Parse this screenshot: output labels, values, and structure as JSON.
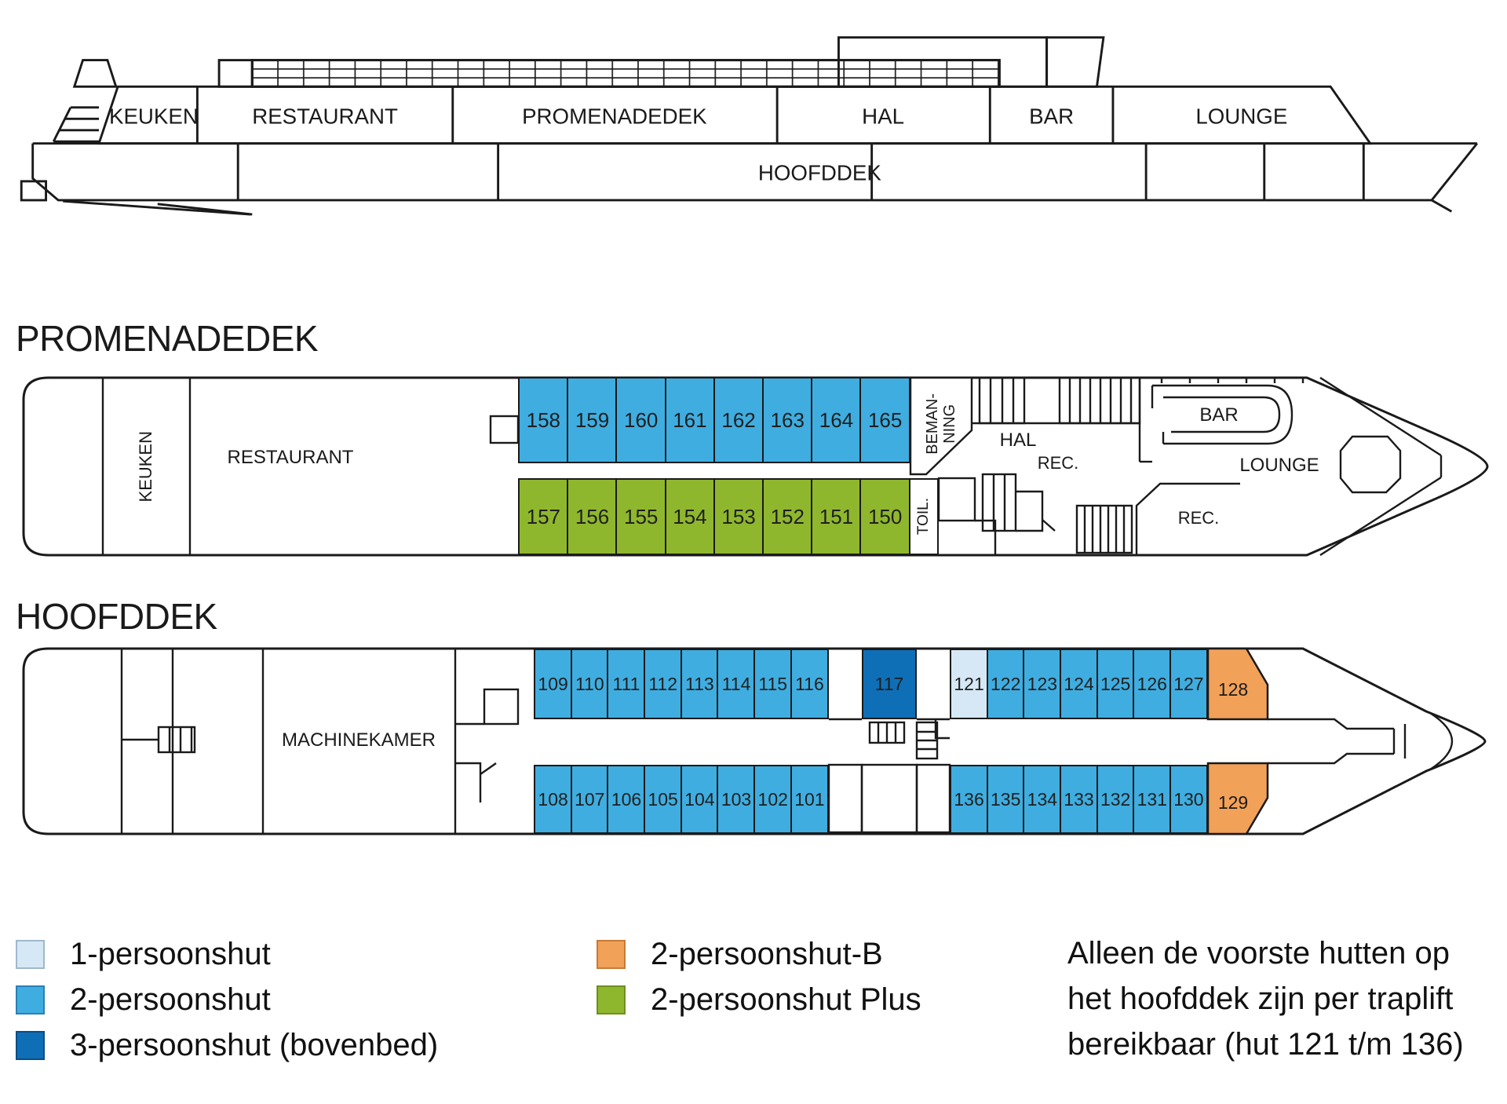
{
  "colors": {
    "line": "#1a1a1a",
    "cabin_1p": "#d6e8f5",
    "cabin_2p": "#3fade0",
    "cabin_3p": "#0e6fb6",
    "cabin_2pb": "#f2a159",
    "cabin_2pplus": "#8fb72e"
  },
  "side_view": {
    "deck_rooms": {
      "keuken": "KEUKEN",
      "restaurant": "RESTAURANT",
      "promenadedek": "PROMENADEDEK",
      "hal": "HAL",
      "bar": "BAR",
      "lounge": "LOUNGE"
    },
    "hull_label": "HOOFDDEK"
  },
  "promenadedek": {
    "title": "PROMENADEDEK",
    "keuken": "KEUKEN",
    "restaurant": "RESTAURANT",
    "bemanning": "BEMAN-\nNING",
    "hal": "HAL",
    "bar": "BAR",
    "lounge": "LOUNGE",
    "rec1": "REC.",
    "rec2": "REC.",
    "toil": "TOIL.",
    "cabins_top": [
      {
        "num": "158",
        "type": "2-persoonshut",
        "color": "#3fade0"
      },
      {
        "num": "159",
        "type": "2-persoonshut",
        "color": "#3fade0"
      },
      {
        "num": "160",
        "type": "2-persoonshut",
        "color": "#3fade0"
      },
      {
        "num": "161",
        "type": "2-persoonshut",
        "color": "#3fade0"
      },
      {
        "num": "162",
        "type": "2-persoonshut",
        "color": "#3fade0"
      },
      {
        "num": "163",
        "type": "2-persoonshut",
        "color": "#3fade0"
      },
      {
        "num": "164",
        "type": "2-persoonshut",
        "color": "#3fade0"
      },
      {
        "num": "165",
        "type": "2-persoonshut",
        "color": "#3fade0"
      }
    ],
    "cabins_bottom": [
      {
        "num": "157",
        "type": "2-persoonshut Plus",
        "color": "#8fb72e"
      },
      {
        "num": "156",
        "type": "2-persoonshut Plus",
        "color": "#8fb72e"
      },
      {
        "num": "155",
        "type": "2-persoonshut Plus",
        "color": "#8fb72e"
      },
      {
        "num": "154",
        "type": "2-persoonshut Plus",
        "color": "#8fb72e"
      },
      {
        "num": "153",
        "type": "2-persoonshut Plus",
        "color": "#8fb72e"
      },
      {
        "num": "152",
        "type": "2-persoonshut Plus",
        "color": "#8fb72e"
      },
      {
        "num": "151",
        "type": "2-persoonshut Plus",
        "color": "#8fb72e"
      },
      {
        "num": "150",
        "type": "2-persoonshut Plus",
        "color": "#8fb72e"
      }
    ]
  },
  "hoofddek": {
    "title": "HOOFDDEK",
    "machinekamer": "MACHINEKAMER",
    "rows": {
      "top_left": [
        {
          "num": "109",
          "type": "2-persoonshut",
          "color": "#3fade0"
        },
        {
          "num": "110",
          "type": "2-persoonshut",
          "color": "#3fade0"
        },
        {
          "num": "111",
          "type": "2-persoonshut",
          "color": "#3fade0"
        },
        {
          "num": "112",
          "type": "2-persoonshut",
          "color": "#3fade0"
        },
        {
          "num": "113",
          "type": "2-persoonshut",
          "color": "#3fade0"
        },
        {
          "num": "114",
          "type": "2-persoonshut",
          "color": "#3fade0"
        },
        {
          "num": "115",
          "type": "2-persoonshut",
          "color": "#3fade0"
        },
        {
          "num": "116",
          "type": "2-persoonshut",
          "color": "#3fade0"
        }
      ],
      "top_right": [
        {
          "num": "121",
          "type": "1-persoonshut",
          "color": "#d6e8f5"
        },
        {
          "num": "122",
          "type": "2-persoonshut",
          "color": "#3fade0"
        },
        {
          "num": "123",
          "type": "2-persoonshut",
          "color": "#3fade0"
        },
        {
          "num": "124",
          "type": "2-persoonshut",
          "color": "#3fade0"
        },
        {
          "num": "125",
          "type": "2-persoonshut",
          "color": "#3fade0"
        },
        {
          "num": "126",
          "type": "2-persoonshut",
          "color": "#3fade0"
        },
        {
          "num": "127",
          "type": "2-persoonshut",
          "color": "#3fade0"
        }
      ],
      "bottom_left": [
        {
          "num": "108",
          "type": "2-persoonshut",
          "color": "#3fade0"
        },
        {
          "num": "107",
          "type": "2-persoonshut",
          "color": "#3fade0"
        },
        {
          "num": "106",
          "type": "2-persoonshut",
          "color": "#3fade0"
        },
        {
          "num": "105",
          "type": "2-persoonshut",
          "color": "#3fade0"
        },
        {
          "num": "104",
          "type": "2-persoonshut",
          "color": "#3fade0"
        },
        {
          "num": "103",
          "type": "2-persoonshut",
          "color": "#3fade0"
        },
        {
          "num": "102",
          "type": "2-persoonshut",
          "color": "#3fade0"
        },
        {
          "num": "101",
          "type": "2-persoonshut",
          "color": "#3fade0"
        }
      ],
      "bottom_right": [
        {
          "num": "136",
          "type": "2-persoonshut",
          "color": "#3fade0"
        },
        {
          "num": "135",
          "type": "2-persoonshut",
          "color": "#3fade0"
        },
        {
          "num": "134",
          "type": "2-persoonshut",
          "color": "#3fade0"
        },
        {
          "num": "133",
          "type": "2-persoonshut",
          "color": "#3fade0"
        },
        {
          "num": "132",
          "type": "2-persoonshut",
          "color": "#3fade0"
        },
        {
          "num": "131",
          "type": "2-persoonshut",
          "color": "#3fade0"
        },
        {
          "num": "130",
          "type": "2-persoonshut",
          "color": "#3fade0"
        }
      ]
    },
    "cabin_117": [
      {
        "num": "117",
        "type": "3-persoonshut (bovenbed)",
        "color": "#0e6fb6"
      }
    ],
    "cabin_128": {
      "num": "128",
      "type": "2-persoonshut-B"
    },
    "cabin_129": {
      "num": "129",
      "type": "2-persoonshut-B"
    }
  },
  "legend": {
    "col1": [
      {
        "label": "1-persoonshut",
        "color": "#d6e8f5",
        "border": "#9fb8cc"
      },
      {
        "label": "2-persoonshut",
        "color": "#3fade0",
        "border": "#2a7fb5"
      },
      {
        "label": "3-persoonshut (bovenbed)",
        "color": "#0e6fb6",
        "border": "#0a4d85"
      }
    ],
    "col2": [
      {
        "label": "2-persoonshut-B",
        "color": "#f2a159",
        "border": "#c77a35"
      },
      {
        "label": "2-persoonshut Plus",
        "color": "#8fb72e",
        "border": "#6d8f1f"
      }
    ],
    "note_line1": "Alleen de voorste hutten op",
    "note_line2": "het hoofddek zijn per traplift",
    "note_line3": "bereikbaar (hut 121 t/m 136)"
  }
}
